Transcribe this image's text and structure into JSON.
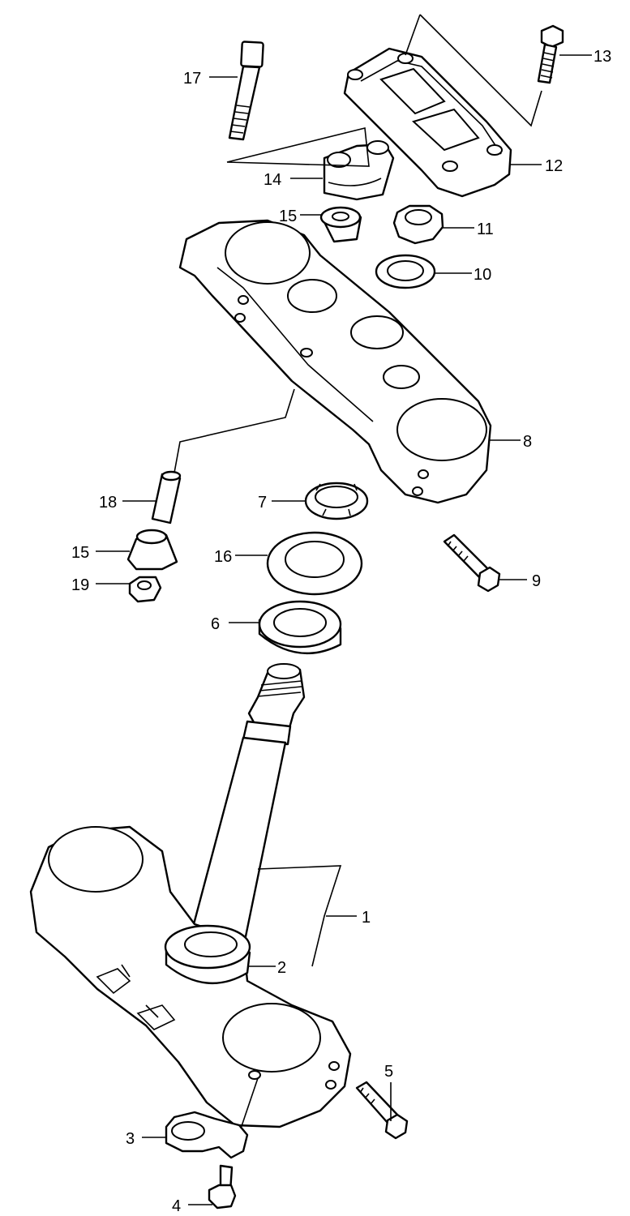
{
  "callouts": [
    {
      "id": "1",
      "label": "1"
    },
    {
      "id": "2",
      "label": "2"
    },
    {
      "id": "3",
      "label": "3"
    },
    {
      "id": "4",
      "label": "4"
    },
    {
      "id": "5",
      "label": "5"
    },
    {
      "id": "6",
      "label": "6"
    },
    {
      "id": "7",
      "label": "7"
    },
    {
      "id": "8",
      "label": "8"
    },
    {
      "id": "9",
      "label": "9"
    },
    {
      "id": "10",
      "label": "10"
    },
    {
      "id": "11",
      "label": "11"
    },
    {
      "id": "12",
      "label": "12"
    },
    {
      "id": "13",
      "label": "13"
    },
    {
      "id": "14",
      "label": "14"
    },
    {
      "id": "15a",
      "label": "15"
    },
    {
      "id": "15b",
      "label": "15"
    },
    {
      "id": "16",
      "label": "16"
    },
    {
      "id": "17",
      "label": "17"
    },
    {
      "id": "18",
      "label": "18"
    },
    {
      "id": "19",
      "label": "19"
    }
  ]
}
